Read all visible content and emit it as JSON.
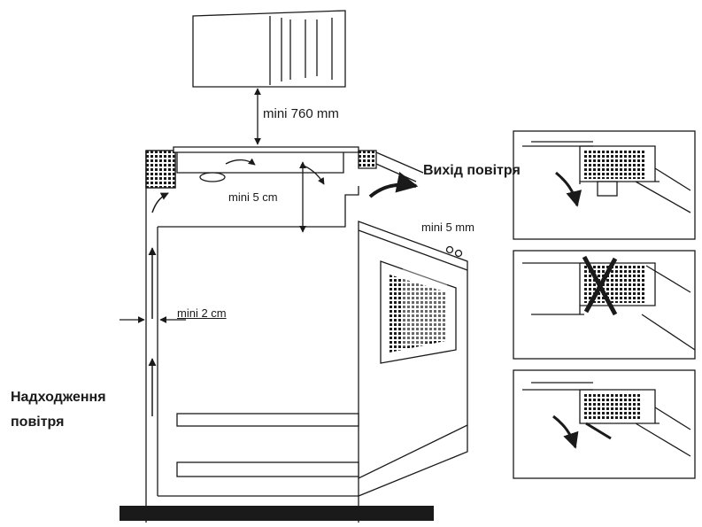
{
  "labels": {
    "hood_clearance": "mini 760 mm",
    "top_gap": "mini 5 cm",
    "vent_gap": "mini 5 mm",
    "side_gap": "mini 2 cm",
    "air_outlet": "Вихід повітря",
    "air_inlet_line1": "Надходження",
    "air_inlet_line2": "повітря"
  },
  "colors": {
    "line": "#1a1a1a",
    "fill": "#ffffff"
  },
  "icons": {
    "hood": "range-hood",
    "cooker": "built-in-cooker",
    "arrow": "airflow-arrow",
    "cross": "cross-out-mark"
  }
}
